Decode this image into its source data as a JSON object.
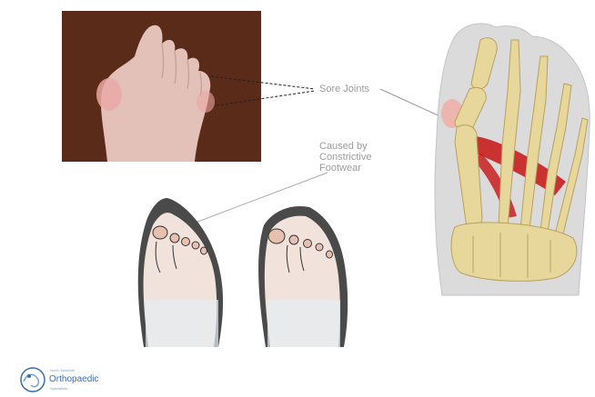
{
  "annotations": {
    "sore_joints": "Sore Joints",
    "caused_by": [
      "Caused by",
      "Constrictive",
      "Footwear"
    ]
  },
  "logo": {
    "name": "Orthopaedic",
    "tagline": "North Yorkshire",
    "subtitle": "Specialists"
  },
  "colors": {
    "photo_background": "#5a2a18",
    "skin": "#e9c8c0",
    "bone": "#e8d79a",
    "muscle": "#c81e1e",
    "shoe": "#444444",
    "label_text": "#9b9b9b",
    "logo_blue": "#3a6ea5"
  }
}
